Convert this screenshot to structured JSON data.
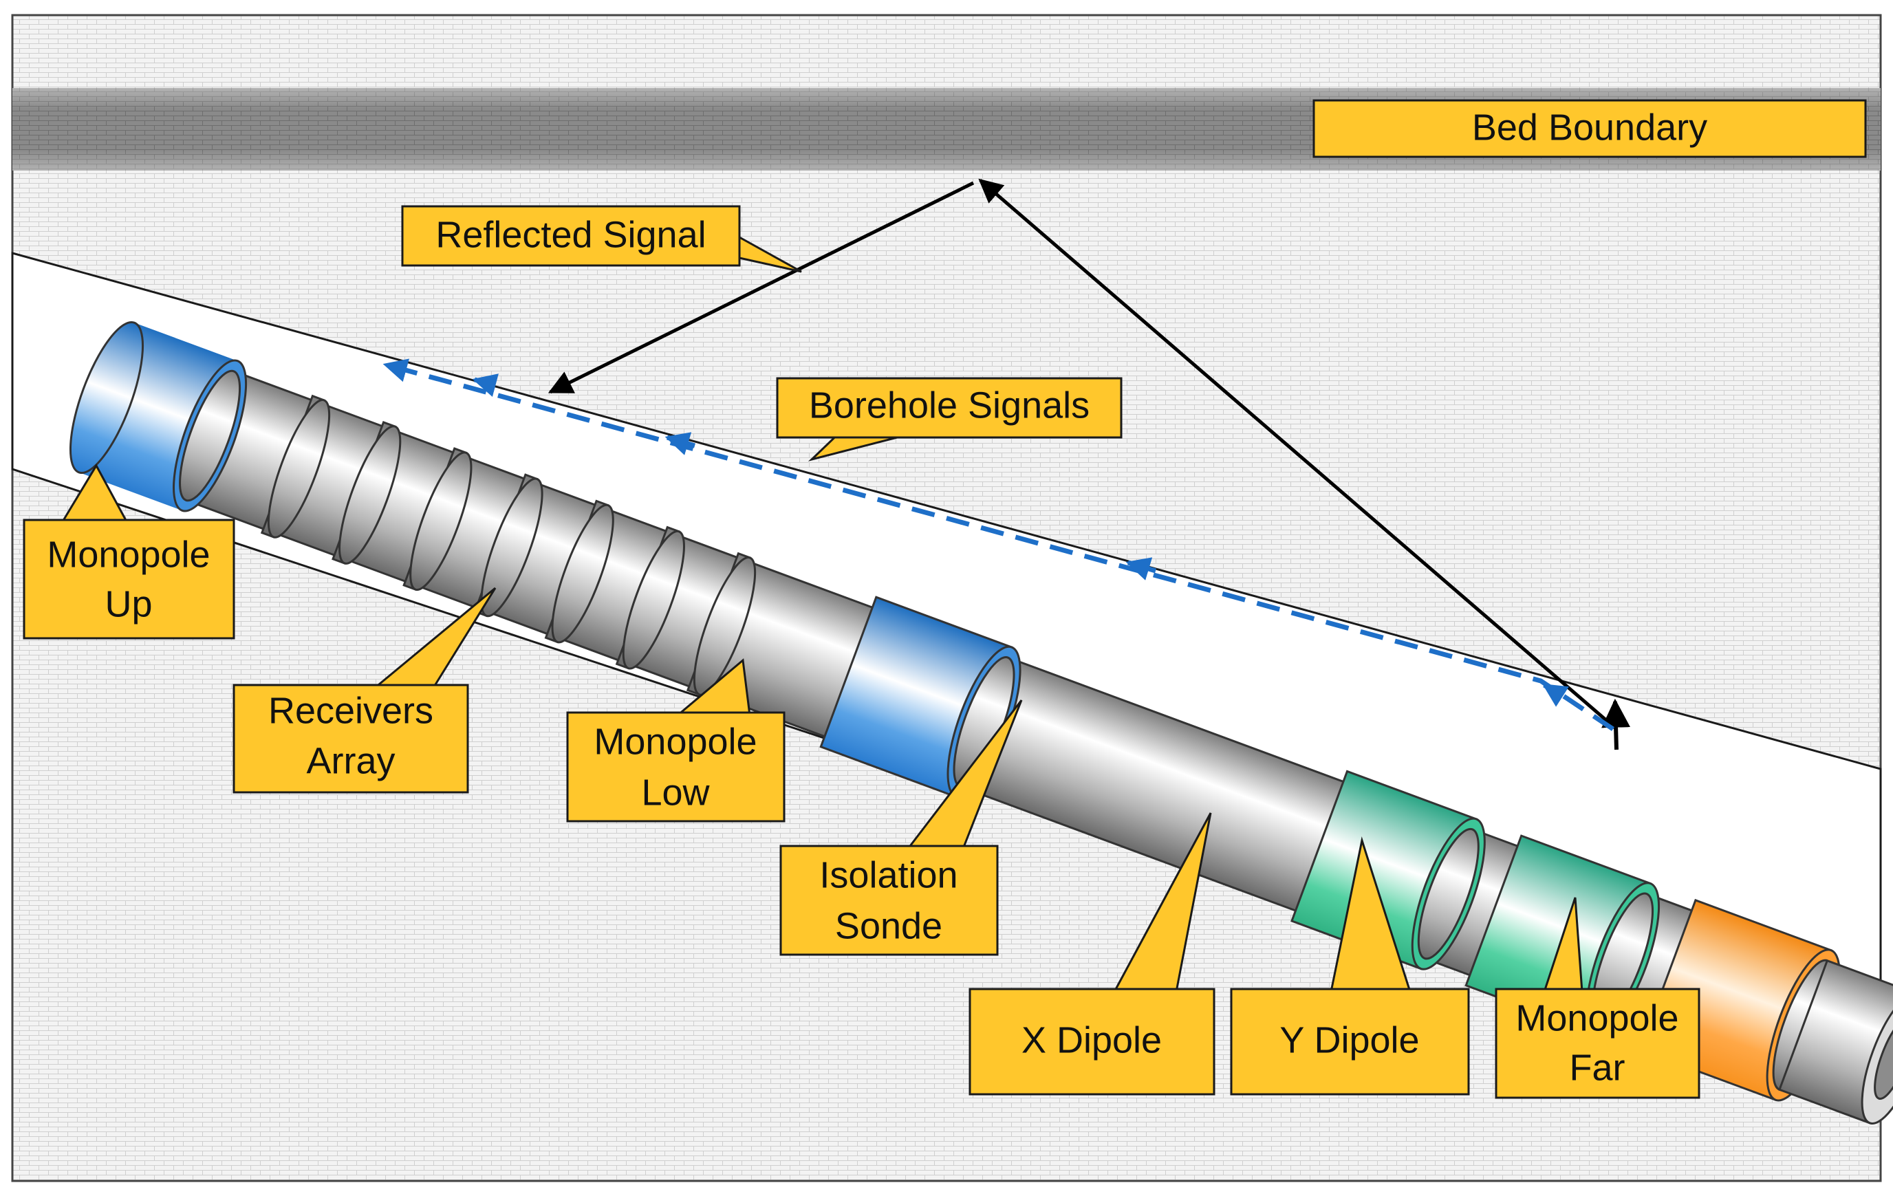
{
  "colors": {
    "callout_fill": "#FFC72C",
    "transmitter_blue": "#2E86DE",
    "dipole_green": "#2EC48E",
    "far_orange": "#FF9A1F",
    "borehole_signal": "#1E6FC8",
    "reflected_signal": "#000000",
    "bed_band": "#7f7f7f"
  },
  "labels": {
    "bed_boundary": "Bed Boundary",
    "reflected_signal": "Reflected Signal",
    "borehole_signals": "Borehole Signals",
    "monopole_up": [
      "Monopole",
      "Up"
    ],
    "receivers_array": [
      "Receivers",
      "Array"
    ],
    "monopole_low": [
      "Monopole",
      "Low"
    ],
    "isolation_sonde": [
      "Isolation",
      "Sonde"
    ],
    "x_dipole": "X Dipole",
    "y_dipole": "Y Dipole",
    "monopole_far": [
      "Monopole",
      "Far"
    ]
  }
}
